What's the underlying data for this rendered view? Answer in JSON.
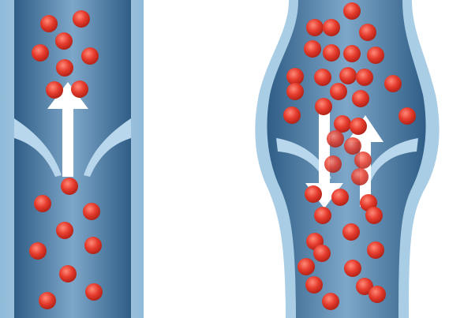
{
  "diagram": {
    "panels": [
      {
        "name": "healthy-vein",
        "valve_state": "open",
        "flow": [
          "up"
        ]
      },
      {
        "name": "varicose-vein",
        "valve_state": "incompetent",
        "flow": [
          "down",
          "up"
        ]
      }
    ],
    "colors": {
      "background": "#ffffff",
      "vein_outer": "#a9cde4",
      "vein_wall": "#6f9fc4",
      "vein_lumen_dark": "#3f6e97",
      "vein_lumen_light": "#7fa7c9",
      "blood_cell": "#e53b2c",
      "blood_cell_highlight": "#ff8a7a",
      "arrow": "#ffffff"
    }
  }
}
